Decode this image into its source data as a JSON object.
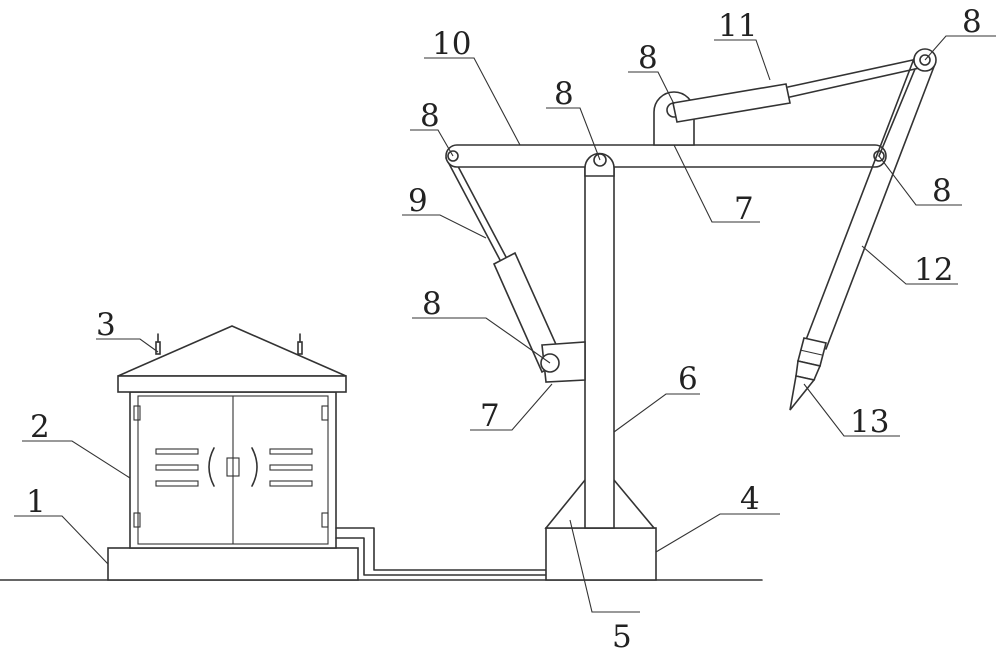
{
  "callouts": [
    {
      "id": "c1",
      "text": "1"
    },
    {
      "id": "c2",
      "text": "2"
    },
    {
      "id": "c3",
      "text": "3"
    },
    {
      "id": "c4",
      "text": "4"
    },
    {
      "id": "c5",
      "text": "5"
    },
    {
      "id": "c6",
      "text": "6"
    },
    {
      "id": "c7a",
      "text": "7"
    },
    {
      "id": "c7b",
      "text": "7"
    },
    {
      "id": "c8a",
      "text": "8"
    },
    {
      "id": "c8b",
      "text": "8"
    },
    {
      "id": "c8c",
      "text": "8"
    },
    {
      "id": "c8d",
      "text": "8"
    },
    {
      "id": "c8e",
      "text": "8"
    },
    {
      "id": "c8f",
      "text": "8"
    },
    {
      "id": "c9",
      "text": "9"
    },
    {
      "id": "c10",
      "text": "10"
    },
    {
      "id": "c11",
      "text": "11"
    },
    {
      "id": "c12",
      "text": "12"
    },
    {
      "id": "c13",
      "text": "13"
    }
  ],
  "colors": {
    "line": "#333333",
    "background": "#ffffff"
  }
}
